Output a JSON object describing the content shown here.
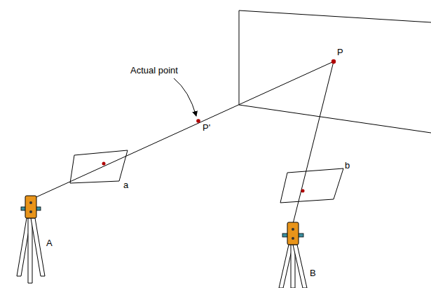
{
  "diagram": {
    "labels": [
      "Actual point",
      "P'",
      "P",
      "a",
      "b",
      "A",
      "B"
    ]
  }
}
